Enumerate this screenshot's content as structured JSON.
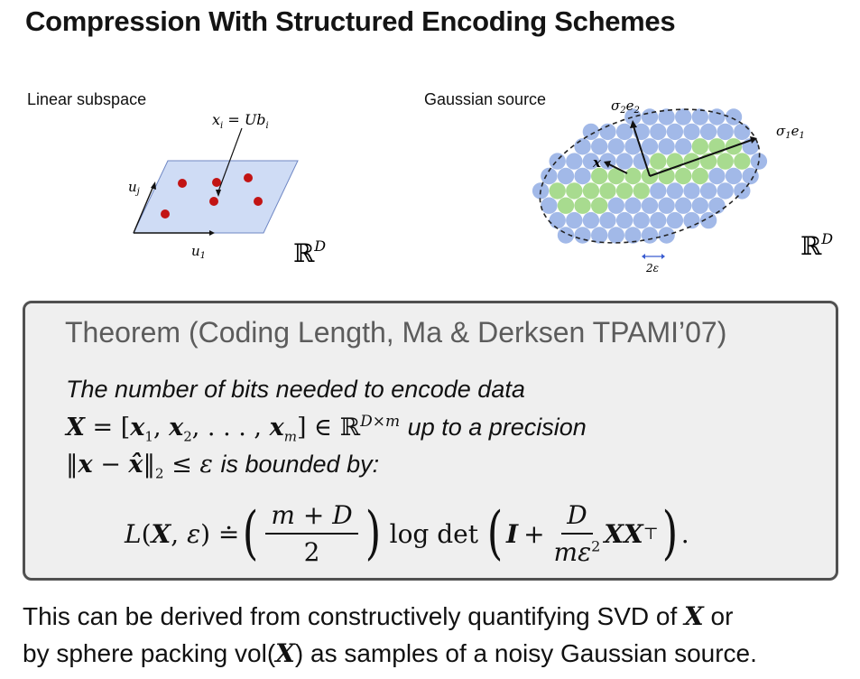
{
  "title": "Compression With Structured Encoding Schemes",
  "left_figure": {
    "label": "Linear subspace",
    "annotation": "x_i = U b_i",
    "axis_u1": "u_1",
    "axis_uj": "u_j",
    "space": "ℝ^D"
  },
  "right_figure": {
    "label": "Gaussian source",
    "sigma2": "σ_2 e_2",
    "sigma1": "σ_1 e_1",
    "x_label": "x",
    "eps_label": "2ε",
    "space": "ℝ^D"
  },
  "theorem": {
    "heading": "Theorem (Coding Length, Ma & Derksen TPAMI’07)",
    "line1": "The number of bits needed to encode data",
    "line2_text": "up to a precision",
    "line3_text": "is bounded by:",
    "formula": "L(X, ε) ≐ ((m + D)/2) log det (I + D/(mε²) X Xᵀ)."
  },
  "footer": {
    "line1": "This can be derived from constructively quantifying SVD of X or",
    "line2": "by sphere packing vol(X) as samples of a noisy Gaussian source."
  },
  "colors": {
    "plane_fill": "#cfdcf5",
    "point": "#c21414",
    "ball_blue": "#a2b9e8",
    "ball_green": "#a8db8f",
    "box_border": "#505050",
    "box_fill": "#efefef"
  }
}
